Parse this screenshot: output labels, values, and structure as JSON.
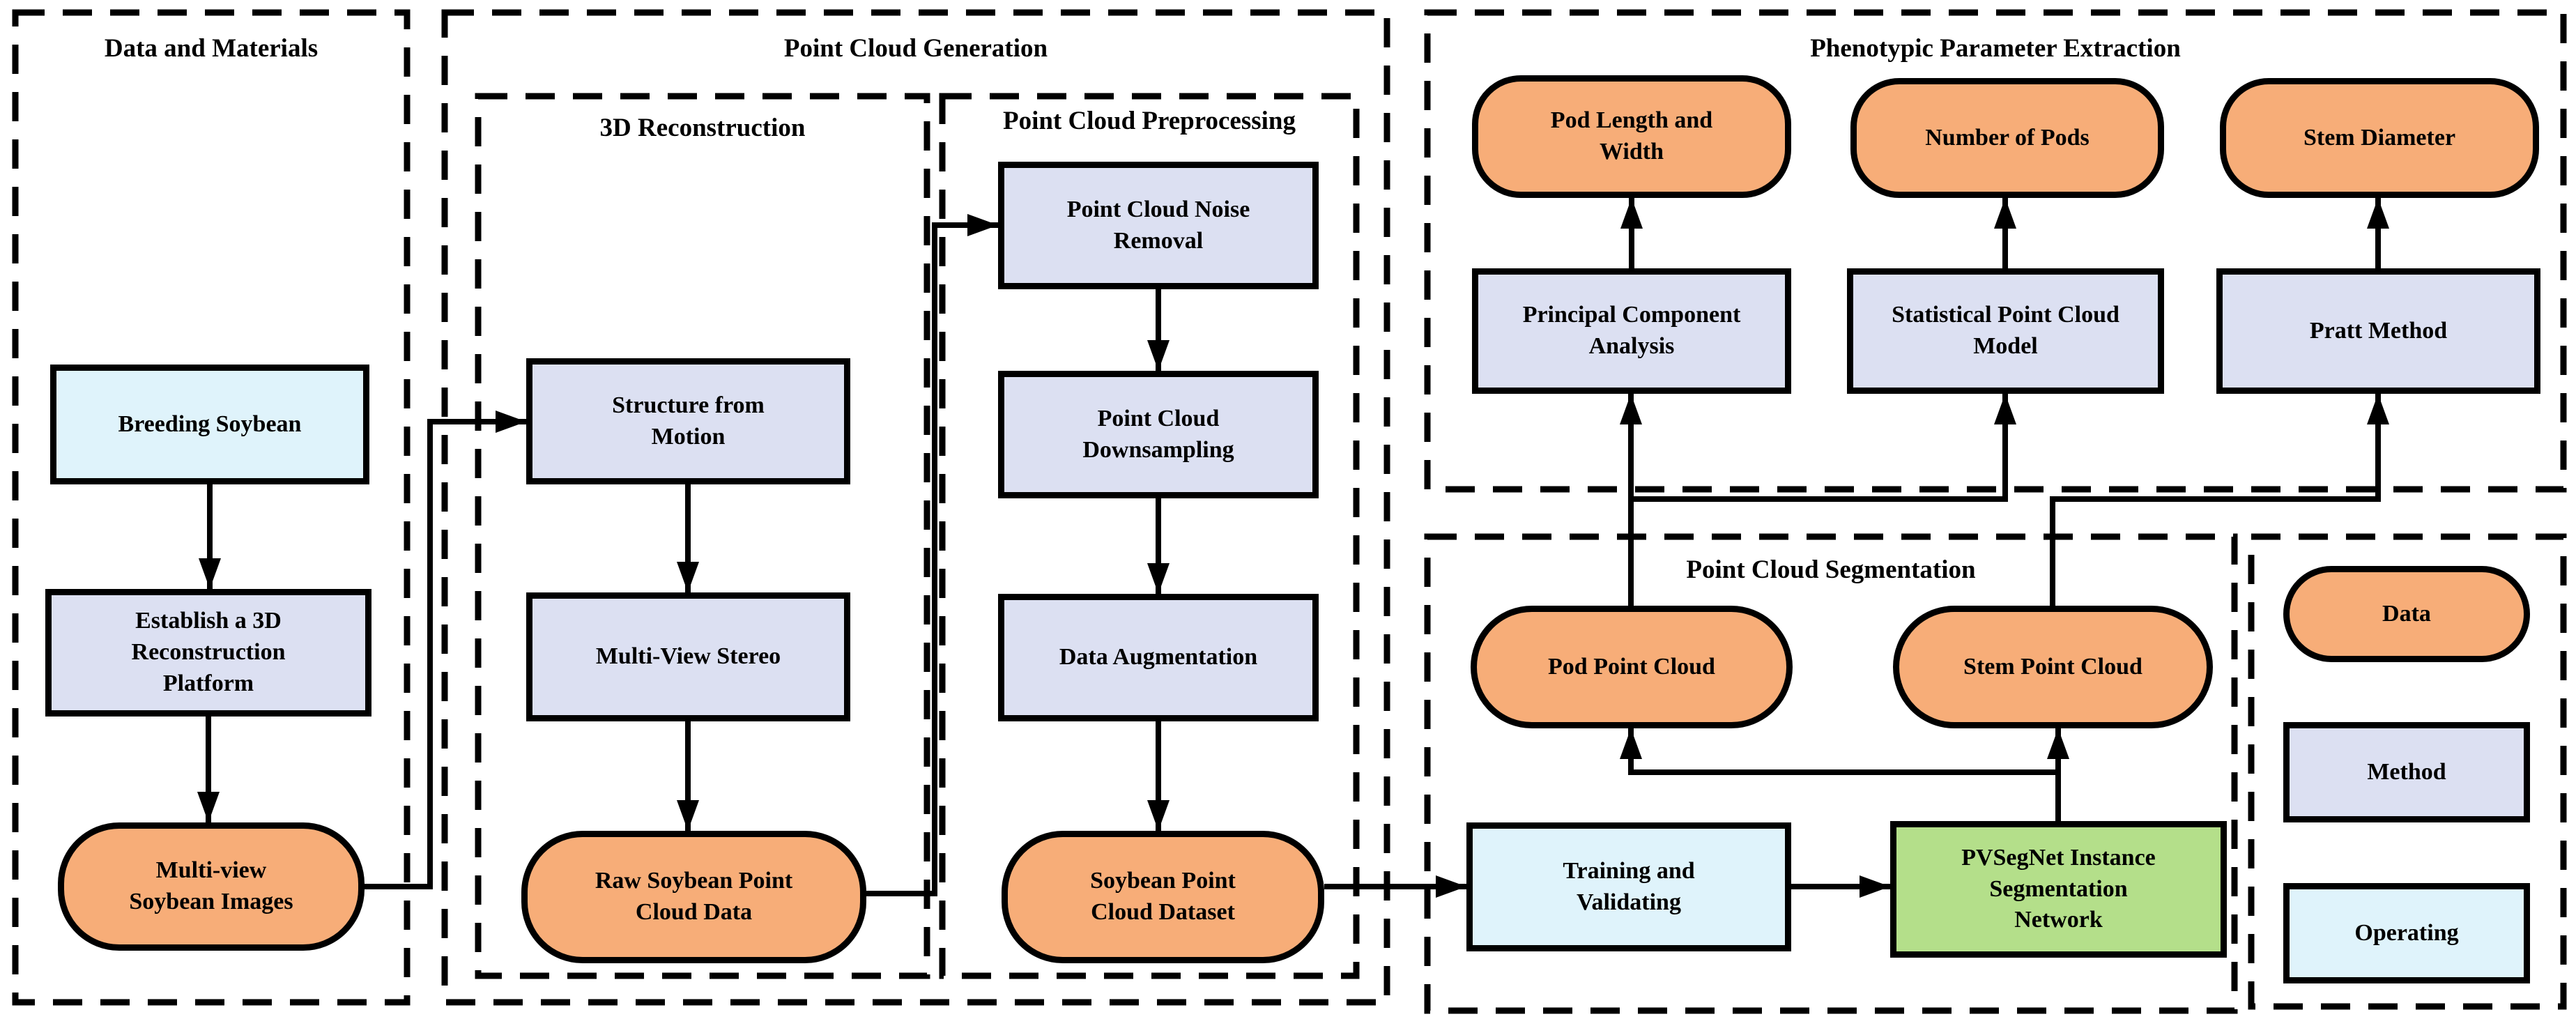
{
  "panels": {
    "data_materials": {
      "title": "Data and Materials"
    },
    "generation": {
      "title": "Point Cloud Generation"
    },
    "reconstruction": {
      "title": "3D Reconstruction"
    },
    "preprocessing": {
      "title": "Point Cloud Preprocessing"
    },
    "phenotypic": {
      "title": "Phenotypic Parameter Extraction"
    },
    "segmentation": {
      "title": "Point Cloud Segmentation"
    }
  },
  "nodes": {
    "breeding_soybean": {
      "label": "Breeding Soybean",
      "type": "operating"
    },
    "establish_platform": {
      "label": "Establish a 3D\nReconstruction\nPlatform",
      "type": "method"
    },
    "multiview_images": {
      "label": "Multi-view\nSoybean Images",
      "type": "data"
    },
    "structure_from_motion": {
      "label": "Structure from\nMotion",
      "type": "method"
    },
    "multi_view_stereo": {
      "label": "Multi-View Stereo",
      "type": "method"
    },
    "raw_point_cloud": {
      "label": "Raw Soybean Point\nCloud Data",
      "type": "data"
    },
    "noise_removal": {
      "label": "Point Cloud Noise\nRemoval",
      "type": "method"
    },
    "downsampling": {
      "label": "Point Cloud\nDownsampling",
      "type": "method"
    },
    "data_augmentation": {
      "label": "Data Augmentation",
      "type": "method"
    },
    "point_cloud_dataset": {
      "label": "Soybean Point\nCloud Dataset",
      "type": "data"
    },
    "training_validating": {
      "label": "Training and\nValidating",
      "type": "operating"
    },
    "pvsegnet": {
      "label": "PVSegNet Instance\nSegmentation\nNetwork",
      "type": "network"
    },
    "pod_point_cloud": {
      "label": "Pod Point Cloud",
      "type": "data"
    },
    "stem_point_cloud": {
      "label": "Stem Point Cloud",
      "type": "data"
    },
    "pca": {
      "label": "Principal Component\nAnalysis",
      "type": "method"
    },
    "statistical_model": {
      "label": "Statistical Point Cloud\nModel",
      "type": "method"
    },
    "pratt_method": {
      "label": "Pratt Method",
      "type": "method"
    },
    "pod_length_width": {
      "label": "Pod Length and\nWidth",
      "type": "data"
    },
    "number_of_pods": {
      "label": "Number of Pods",
      "type": "data"
    },
    "stem_diameter": {
      "label": "Stem Diameter",
      "type": "data"
    }
  },
  "legend": {
    "data": {
      "label": "Data",
      "type": "data"
    },
    "method": {
      "label": "Method",
      "type": "method"
    },
    "operating": {
      "label": "Operating",
      "type": "operating"
    }
  },
  "colors": {
    "data": "#F7AD78",
    "method": "#DCE0F2",
    "operating": "#DFF3FB",
    "network": "#B4DF8A",
    "line": "#000000"
  }
}
